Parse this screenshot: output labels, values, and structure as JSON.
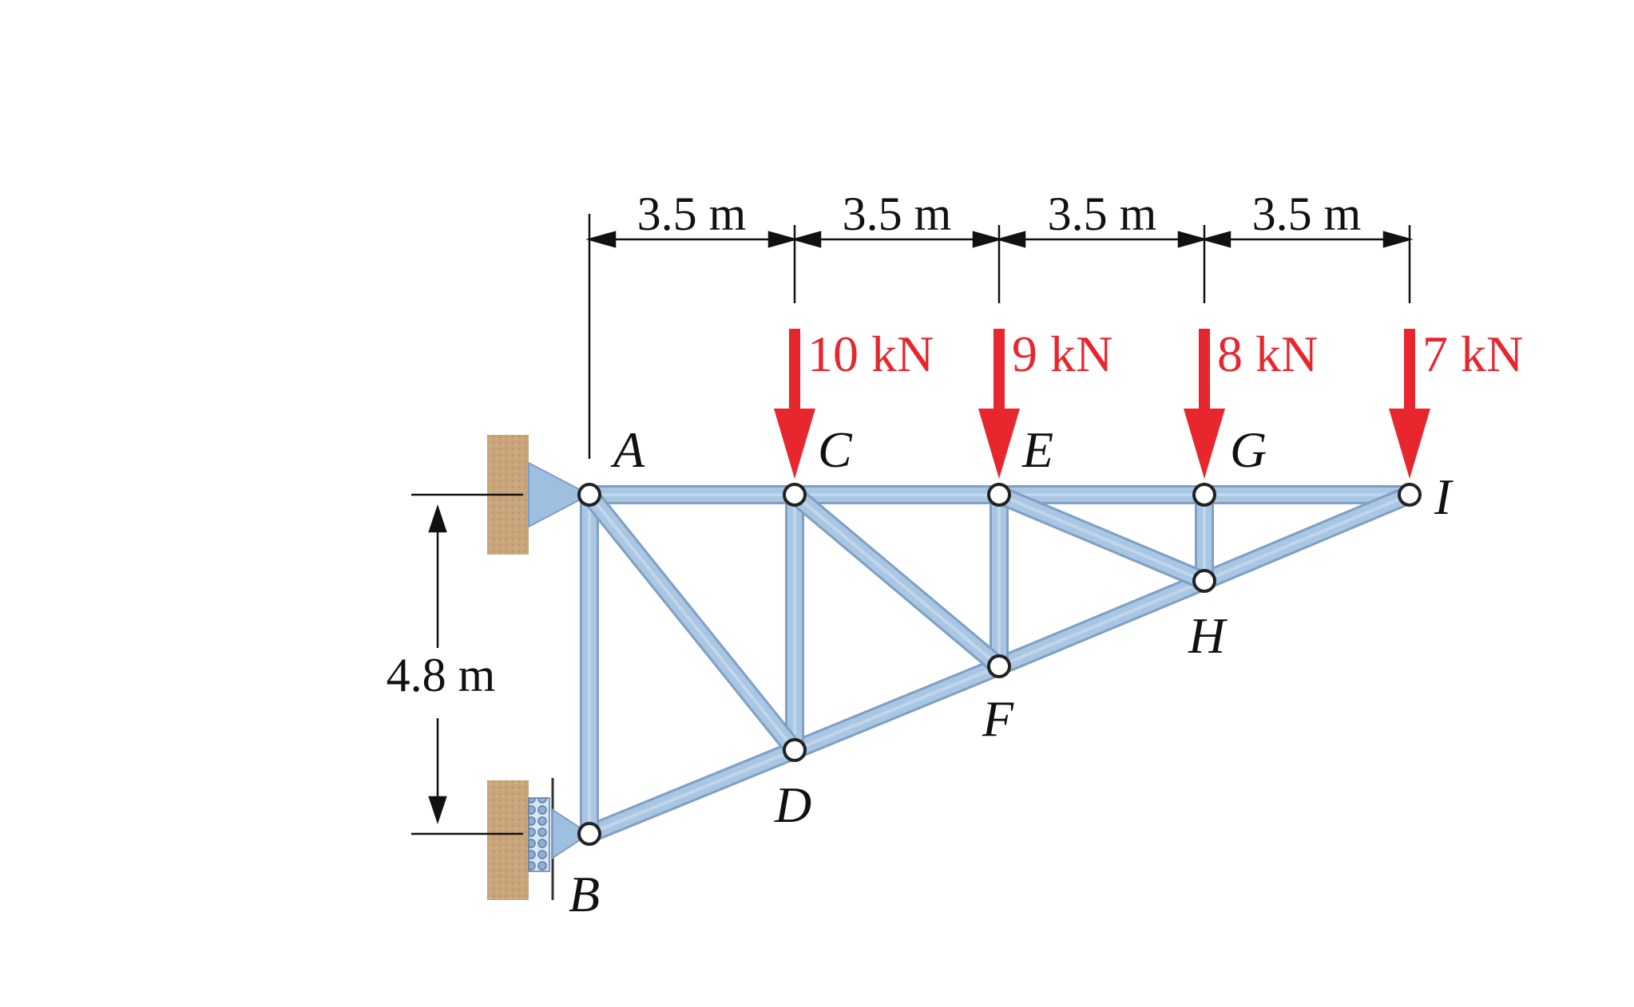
{
  "spans": [
    "3.5 m",
    "3.5 m",
    "3.5 m",
    "3.5 m"
  ],
  "height_label": "4.8 m",
  "loads": [
    {
      "node": "C",
      "label": "10 kN"
    },
    {
      "node": "E",
      "label": "9 kN"
    },
    {
      "node": "G",
      "label": "8 kN"
    },
    {
      "node": "I",
      "label": "7 kN"
    }
  ],
  "node_labels": {
    "A": "A",
    "B": "B",
    "C": "C",
    "D": "D",
    "E": "E",
    "F": "F",
    "G": "G",
    "H": "H",
    "I": "I"
  },
  "members": [
    [
      "A",
      "C"
    ],
    [
      "C",
      "E"
    ],
    [
      "E",
      "G"
    ],
    [
      "G",
      "I"
    ],
    [
      "B",
      "D"
    ],
    [
      "D",
      "F"
    ],
    [
      "F",
      "H"
    ],
    [
      "H",
      "I"
    ],
    [
      "A",
      "B"
    ],
    [
      "C",
      "D"
    ],
    [
      "E",
      "F"
    ],
    [
      "G",
      "H"
    ],
    [
      "A",
      "D"
    ],
    [
      "C",
      "F"
    ],
    [
      "E",
      "H"
    ]
  ],
  "colors": {
    "member": "#a9c6e3",
    "member_edge": "#7f9fc4",
    "load": "#e8262d",
    "wall": "#c9a57c",
    "support": "#9fbfe0"
  }
}
